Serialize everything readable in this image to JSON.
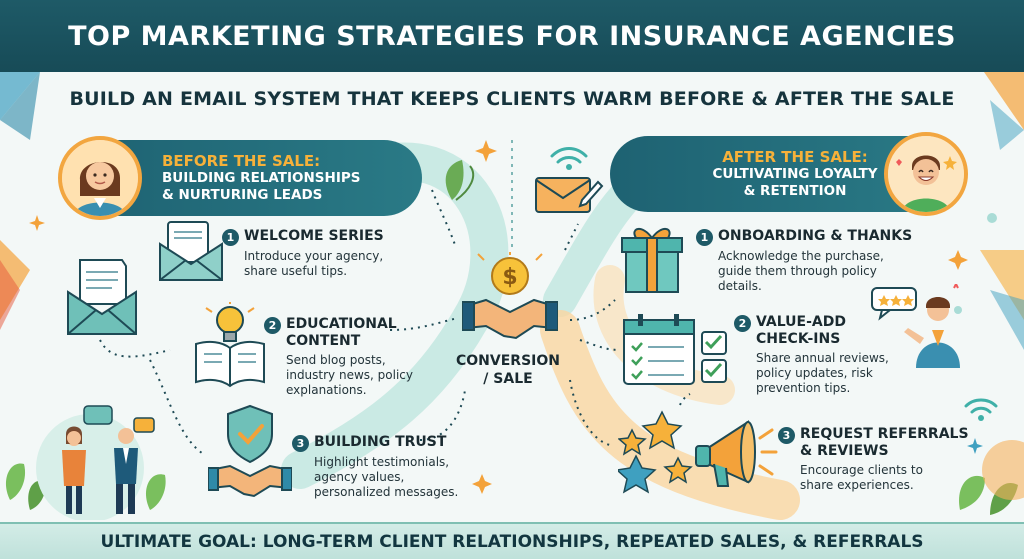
{
  "header": {
    "title": "TOP MARKETING STRATEGIES FOR INSURANCE AGENCIES",
    "subtitle": "BUILD AN EMAIL SYSTEM THAT KEEPS CLIENTS WARM BEFORE & AFTER THE SALE"
  },
  "before": {
    "title": "BEFORE THE SALE:",
    "subtitle_line1": "BUILDING RELATIONSHIPS",
    "subtitle_line2": "& NURTURING LEADS",
    "steps": [
      {
        "number": "1",
        "title": "WELCOME SERIES",
        "desc_line1": "Introduce your agency,",
        "desc_line2": "share useful tips."
      },
      {
        "number": "2",
        "title_line1": "EDUCATIONAL",
        "title_line2": "CONTENT",
        "desc_line1": "Send blog posts,",
        "desc_line2": "industry news, policy",
        "desc_line3": "explanations."
      },
      {
        "number": "3",
        "title": "BUILDING TRUST",
        "desc_line1": "Highlight testimonials,",
        "desc_line2": "agency values,",
        "desc_line3": "personalized messages."
      }
    ]
  },
  "conversion": {
    "line1": "CONVERSION",
    "line2": "/ SALE",
    "symbol": "$"
  },
  "after": {
    "title": "AFTER THE SALE:",
    "subtitle_line1": "CULTIVATING LOYALTY",
    "subtitle_line2": "& RETENTION",
    "steps": [
      {
        "number": "1",
        "title": "ONBOARDING & THANKS",
        "desc_line1": "Acknowledge the purchase,",
        "desc_line2": "guide them through policy",
        "desc_line3": "details."
      },
      {
        "number": "2",
        "title_line1": "VALUE-ADD",
        "title_line2": "CHECK-INS",
        "desc_line1": "Share annual reviews,",
        "desc_line2": "policy updates, risk",
        "desc_line3": "prevention tips."
      },
      {
        "number": "3",
        "title_line1": "REQUEST REFERRALS",
        "title_line2": "& REVIEWS",
        "desc_line1": "Encourage clients to",
        "desc_line2": "share experiences."
      }
    ]
  },
  "footer": {
    "text": "ULTIMATE GOAL: LONG-TERM CLIENT RELATIONSHIPS, REPEATED SALES, & REFERRALS"
  },
  "colors": {
    "banner": "#1e5a67",
    "accent_orange": "#f6b13a",
    "pill_teal": "#1e6272",
    "path_teal": "#a9dcd6",
    "path_orange": "#f8c98a"
  },
  "icons": [
    "envelope-icon",
    "letter-envelope-icon",
    "lightbulb-book-icon",
    "shield-handshake-icon",
    "people-talking-icon",
    "handshake-coin-icon",
    "email-wifi-icon",
    "gift-box-icon",
    "calendar-checklist-icon",
    "star-review-icon",
    "person-speech-icon",
    "megaphone-icon",
    "stars-icon"
  ]
}
